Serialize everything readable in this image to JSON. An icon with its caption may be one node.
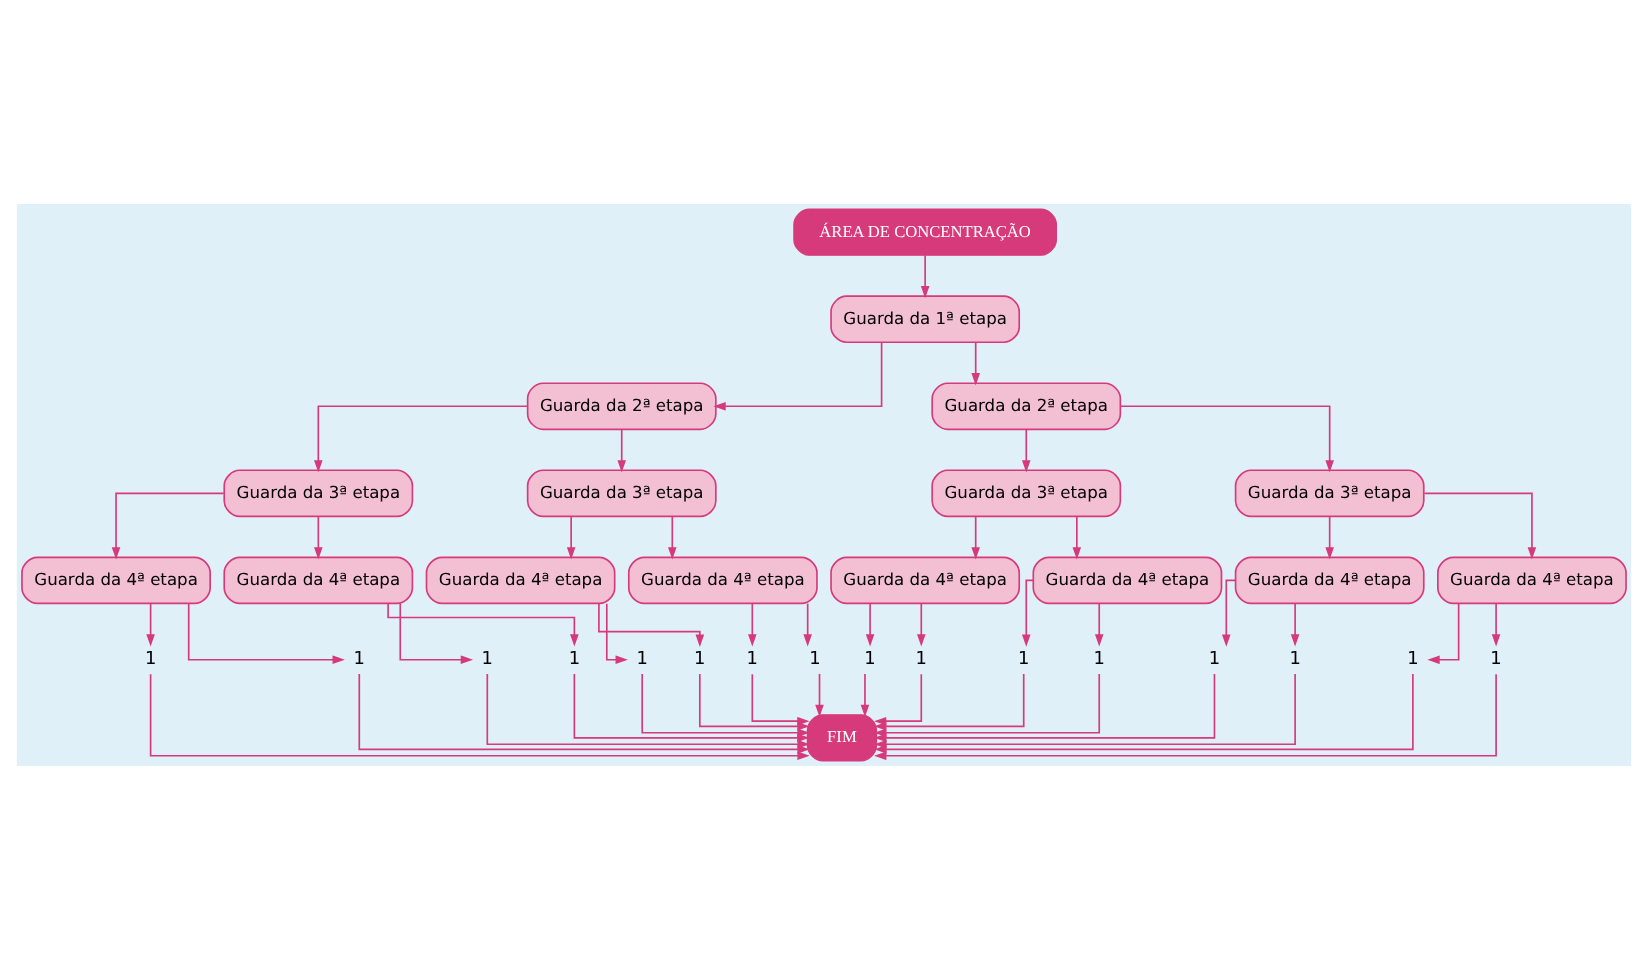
{
  "diagram": {
    "nodes": [
      {
        "text": [
          "ÁREA DE CONCENTRAÇÃO"
        ]
      },
      {
        "text": [
          "Guarda da 1ª etapa"
        ]
      },
      {
        "text": [
          "Guarda da 2ª etapa"
        ]
      },
      {
        "text": [
          "Guarda da 2ª etapa"
        ]
      },
      {
        "text": [
          "Guarda da 3ª etapa"
        ]
      },
      {
        "text": [
          "Guarda da 3ª etapa"
        ]
      },
      {
        "text": [
          "Guarda da 3ª etapa"
        ]
      },
      {
        "text": [
          "Guarda da 3ª etapa"
        ]
      },
      {
        "text": [
          "Guarda da 4ª etapa"
        ]
      },
      {
        "text": [
          "Guarda da 4ª etapa"
        ]
      },
      {
        "text": [
          "Guarda da 4ª etapa"
        ]
      },
      {
        "text": [
          "Guarda da 4ª etapa"
        ]
      },
      {
        "text": [
          "Guarda da 4ª etapa"
        ]
      },
      {
        "text": [
          "Guarda da 4ª etapa"
        ]
      },
      {
        "text": [
          "Guarda da 4ª etapa"
        ]
      },
      {
        "text": [
          "Guarda da 4ª etapa"
        ]
      },
      {
        "text": [
          "1"
        ]
      },
      {
        "text": [
          "1"
        ]
      },
      {
        "text": [
          "1"
        ]
      },
      {
        "text": [
          "1"
        ]
      },
      {
        "text": [
          "1"
        ]
      },
      {
        "text": [
          "1"
        ]
      },
      {
        "text": [
          "1"
        ]
      },
      {
        "text": [
          "1"
        ]
      },
      {
        "text": [
          "1"
        ]
      },
      {
        "text": [
          "1"
        ]
      },
      {
        "text": [
          "1"
        ]
      },
      {
        "text": [
          "1"
        ]
      },
      {
        "text": [
          "1"
        ]
      },
      {
        "text": [
          "1"
        ]
      },
      {
        "text": [
          "1"
        ]
      },
      {
        "text": [
          "1"
        ]
      },
      {
        "text": [
          "FIM"
        ]
      }
    ],
    "edges": [
      {
        "from": 0,
        "to": 1,
        "arrow": "to"
      },
      {
        "from": 1,
        "to": 2,
        "arrow": "to"
      },
      {
        "from": 1,
        "to": 3,
        "arrow": "to"
      },
      {
        "from": 2,
        "to": 4,
        "arrow": "to"
      },
      {
        "from": 2,
        "to": 5,
        "arrow": "to"
      },
      {
        "from": 3,
        "to": 6,
        "arrow": "to"
      },
      {
        "from": 3,
        "to": 7,
        "arrow": "to"
      },
      {
        "from": 4,
        "to": 8,
        "arrow": "to"
      },
      {
        "from": 4,
        "to": 9,
        "arrow": "to"
      },
      {
        "from": 5,
        "to": 10,
        "arrow": "to"
      },
      {
        "from": 5,
        "to": 11,
        "arrow": "to"
      },
      {
        "from": 6,
        "to": 12,
        "arrow": "to"
      },
      {
        "from": 6,
        "to": 13,
        "arrow": "to"
      },
      {
        "from": 7,
        "to": 14,
        "arrow": "to"
      },
      {
        "from": 7,
        "to": 15,
        "arrow": "to"
      },
      {
        "from": 8,
        "to": 16,
        "arrow": "to"
      },
      {
        "from": 8,
        "to": 17,
        "arrow": "to"
      },
      {
        "from": 9,
        "to": 18,
        "arrow": "to"
      },
      {
        "from": 9,
        "to": 19,
        "arrow": "to"
      },
      {
        "from": 10,
        "to": 20,
        "arrow": "to"
      },
      {
        "from": 10,
        "to": 21,
        "arrow": "to"
      },
      {
        "from": 11,
        "to": 22,
        "arrow": "to"
      },
      {
        "from": 11,
        "to": 23,
        "arrow": "to"
      },
      {
        "from": 12,
        "to": 24,
        "arrow": "to"
      },
      {
        "from": 12,
        "to": 25,
        "arrow": "to"
      },
      {
        "from": 13,
        "to": 26,
        "arrow": "to"
      },
      {
        "from": 13,
        "to": 27,
        "arrow": "to"
      },
      {
        "from": 14,
        "to": 28,
        "arrow": "to"
      },
      {
        "from": 14,
        "to": 29,
        "arrow": "to"
      },
      {
        "from": 15,
        "to": 30,
        "arrow": "to"
      },
      {
        "from": 15,
        "to": 31,
        "arrow": "to"
      },
      {
        "from": 16,
        "to": 32,
        "arrow": "to"
      },
      {
        "from": 17,
        "to": 32,
        "arrow": "to"
      },
      {
        "from": 18,
        "to": 32,
        "arrow": "to"
      },
      {
        "from": 19,
        "to": 32,
        "arrow": "to"
      },
      {
        "from": 20,
        "to": 32,
        "arrow": "to"
      },
      {
        "from": 21,
        "to": 32,
        "arrow": "to"
      },
      {
        "from": 22,
        "to": 32,
        "arrow": "to"
      },
      {
        "from": 23,
        "to": 32,
        "arrow": "to"
      },
      {
        "from": 24,
        "to": 32,
        "arrow": "to"
      },
      {
        "from": 25,
        "to": 32,
        "arrow": "to"
      },
      {
        "from": 26,
        "to": 32,
        "arrow": "to"
      },
      {
        "from": 27,
        "to": 32,
        "arrow": "to"
      },
      {
        "from": 28,
        "to": 32,
        "arrow": "to"
      },
      {
        "from": 29,
        "to": 32,
        "arrow": "to"
      },
      {
        "from": 30,
        "to": 32,
        "arrow": "to"
      },
      {
        "from": 31,
        "to": 32,
        "arrow": "to"
      }
    ]
  }
}
